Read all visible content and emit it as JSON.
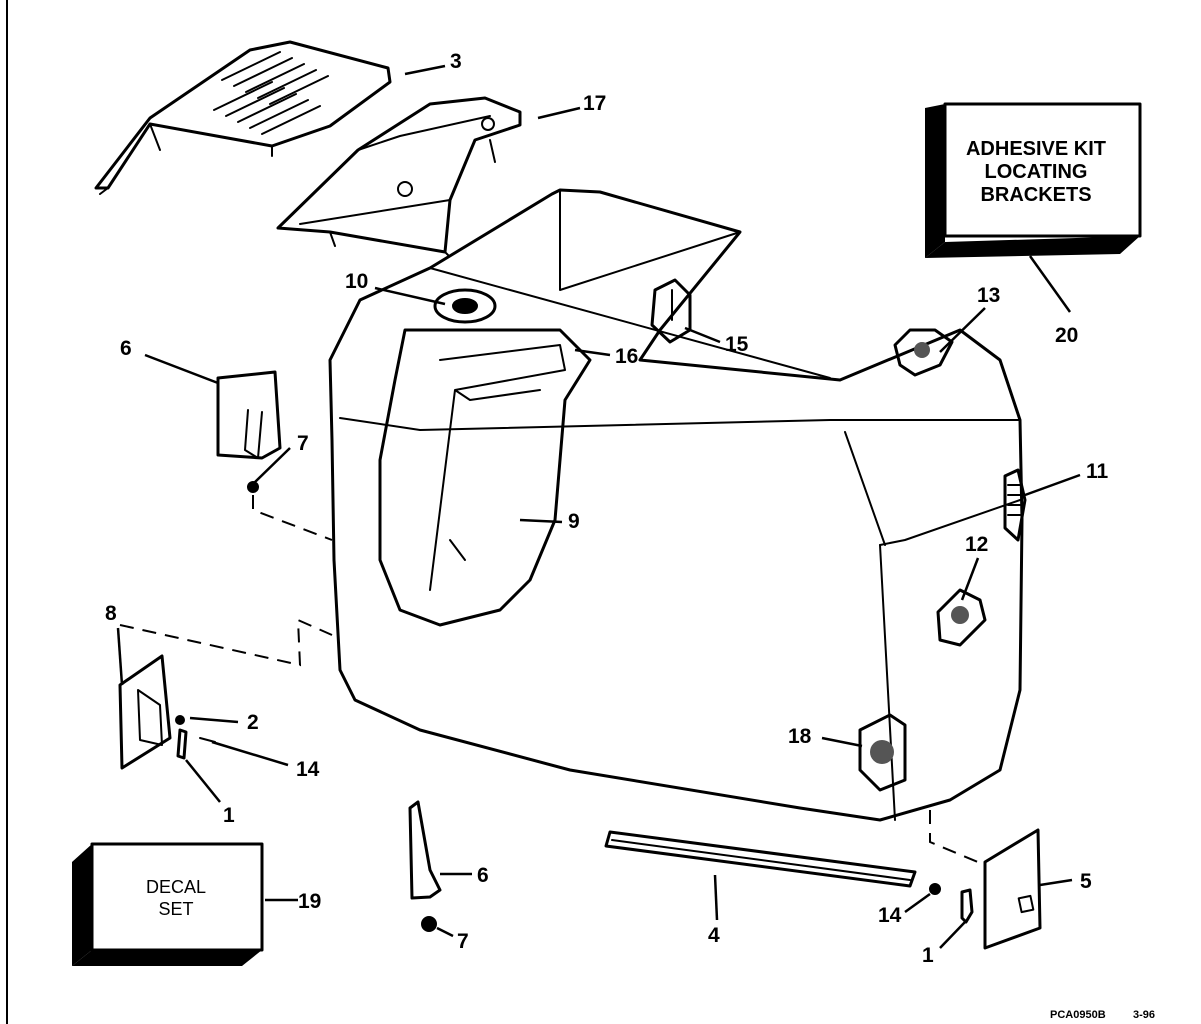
{
  "callouts": {
    "c3": "3",
    "c17": "17",
    "c20": "20",
    "c10": "10",
    "c6a": "6",
    "c7a": "7",
    "c16": "16",
    "c15": "15",
    "c13": "13",
    "c11": "11",
    "c9": "9",
    "c12": "12",
    "c8": "8",
    "c2": "2",
    "c14a": "14",
    "c1a": "1",
    "c18": "18",
    "c19": "19",
    "c6b": "6",
    "c7b": "7",
    "c4": "4",
    "c14b": "14",
    "c1b": "1",
    "c5": "5"
  },
  "adhesive_box": {
    "line1": "ADHESIVE KIT",
    "line2": "LOCATING",
    "line3": "BRACKETS"
  },
  "decal_box": {
    "line1": "DECAL",
    "line2": "SET"
  },
  "footer": {
    "code": "PCA0950B",
    "date": "3-96"
  }
}
